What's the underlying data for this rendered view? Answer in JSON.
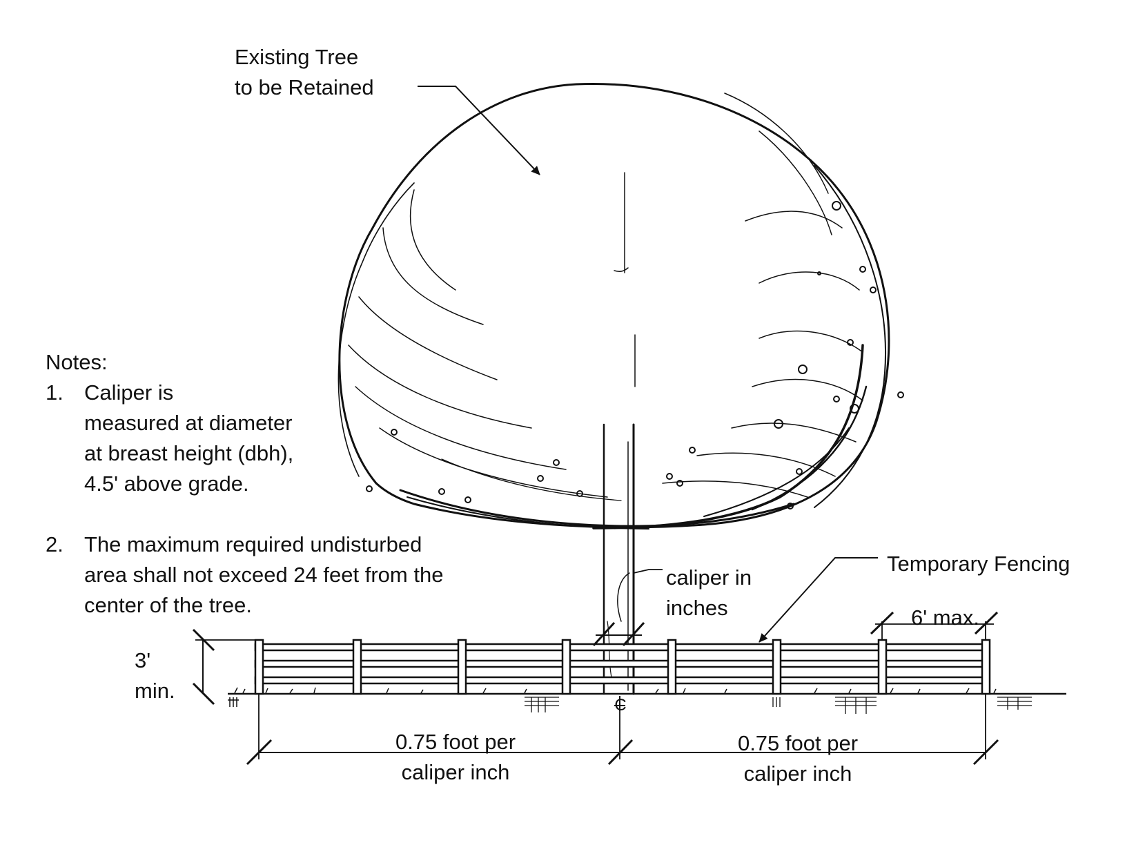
{
  "labels": {
    "tree": "Existing Tree\nto be Retained",
    "temporary_fencing": "Temporary Fencing",
    "caliper": "caliper in\ninches",
    "max_spacing": "6' max.",
    "height": "3'\nmin.",
    "left_dimension": "0.75 foot per\ncaliper inch",
    "right_dimension": "0.75 foot per\ncaliper inch",
    "centerline_symbol": "C"
  },
  "notes": {
    "heading": "Notes:",
    "items": [
      {
        "number": "1.",
        "text": "Caliper is\nmeasured at diameter\nat breast height (dbh),\n4.5' above grade."
      },
      {
        "number": "2.",
        "text": "The maximum required undisturbed\narea shall not exceed 24 feet from the\ncenter of the tree."
      }
    ]
  },
  "colors": {
    "ink": "#111111",
    "background": "#ffffff"
  }
}
